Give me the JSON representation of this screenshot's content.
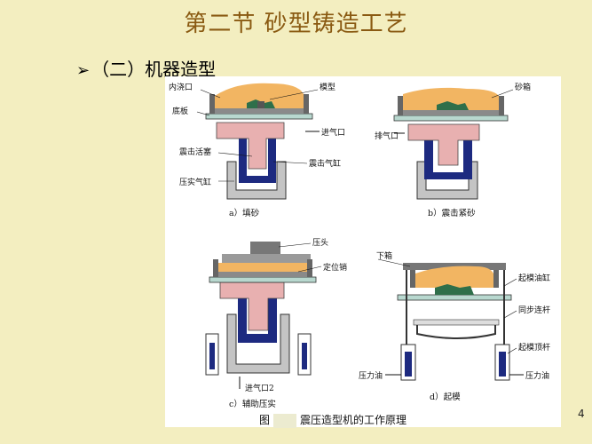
{
  "slide": {
    "title": "第二节 砂型铸造工艺",
    "bullet": "（二）机器造型",
    "page_number": "4"
  },
  "figure": {
    "caption_prefix": "图",
    "caption_text": "震压造型机的工作原理",
    "labels": {
      "a_pour": "内浇口",
      "a_pattern": "模型",
      "a_plate": "底板",
      "a_inlet": "进气口",
      "a_piston": "震击活塞",
      "a_cyl": "震击气缸",
      "a_press": "压实气缸",
      "b_flask": "砂箱",
      "b_exhaust": "排气口",
      "c_head": "压头",
      "c_pin": "定位销",
      "c_inlet2": "进气口2",
      "d_down": "下箱",
      "d_lift": "起模油缸",
      "d_rod": "同步连杆",
      "d_top": "起模顶杆",
      "d_oil_l": "压力油",
      "d_oil_r": "压力油"
    },
    "captions": {
      "a": "a）填砂",
      "b": "b）震击紧砂",
      "c": "c）辅助压实",
      "d": "d）起模"
    },
    "colors": {
      "sand": "#f2b562",
      "piston": "#e8b0b0",
      "cylinder": "#1d2a80",
      "base": "#c4c4c4",
      "plate": "#b8d8cf",
      "pattern": "#2f6f4a"
    }
  }
}
